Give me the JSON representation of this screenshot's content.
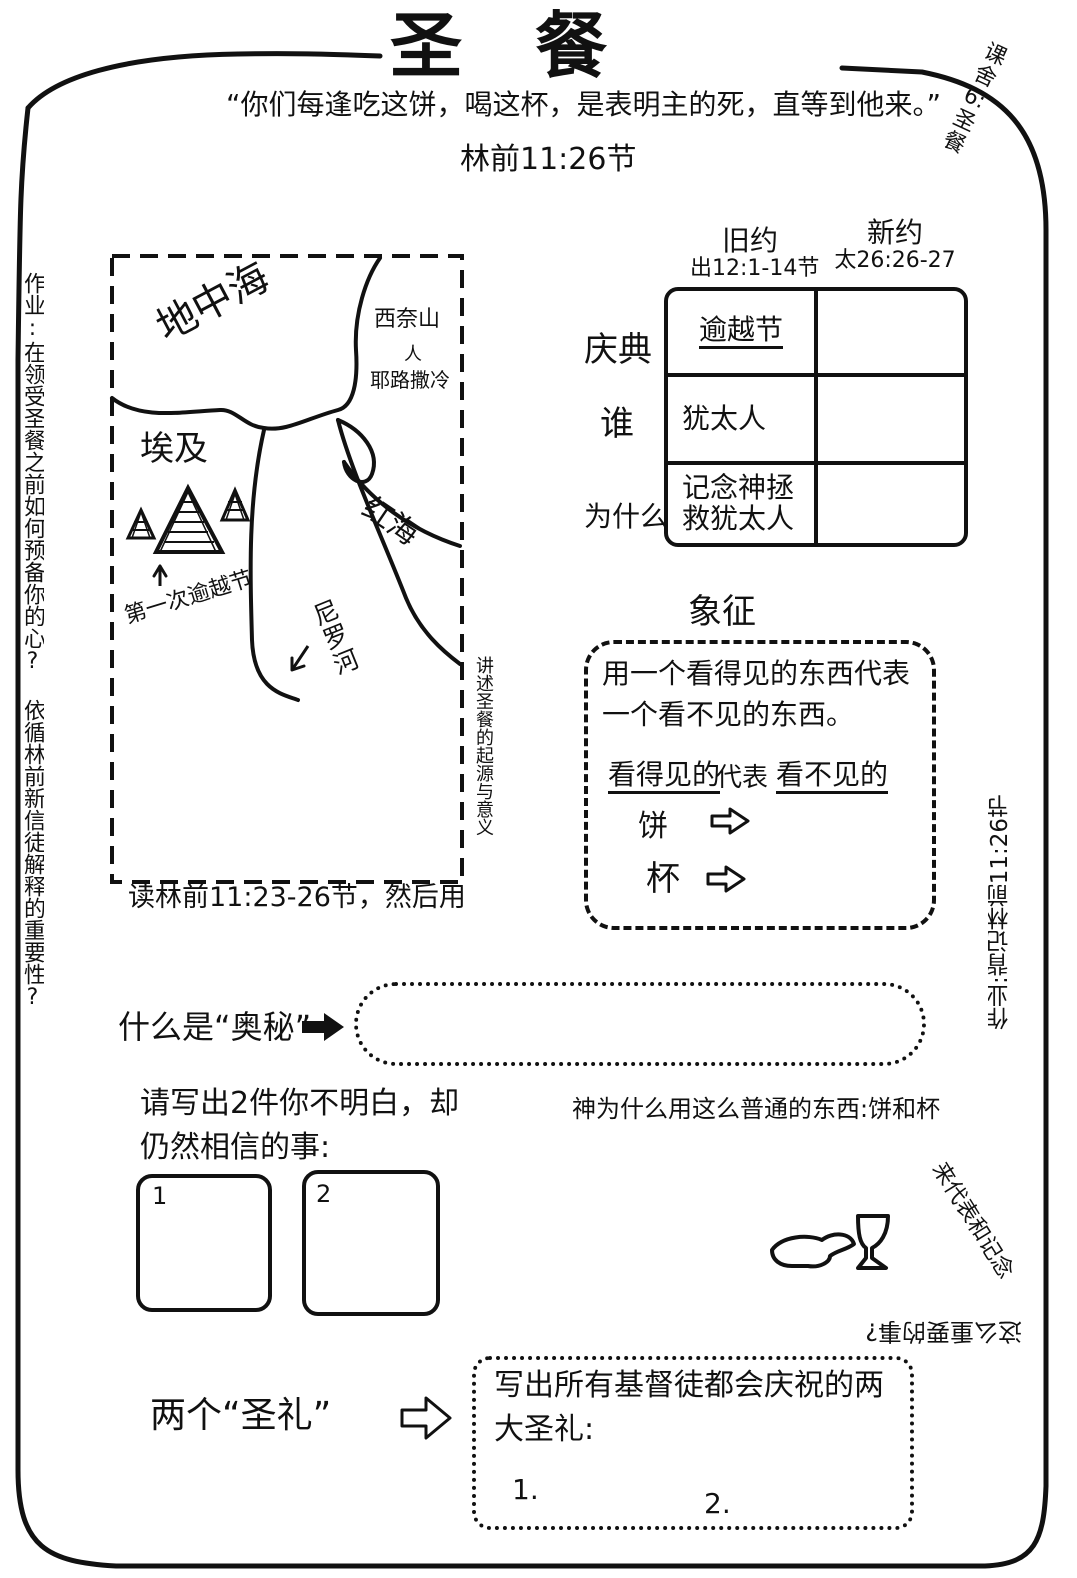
{
  "page": {
    "title": "圣 餐",
    "lesson_tag": "课舍6:圣餐",
    "quote": {
      "text": "“你们每逢吃这饼，喝这杯，是表明主的死，直等到他来。”",
      "reference": "林前11:26节"
    }
  },
  "homework": {
    "left": "作业:在领受圣餐之前如何预备你的心?   依循林前新信徒解释的重要性?",
    "right": "作业:背记林前11:26节"
  },
  "map": {
    "mediterranean": "地中海",
    "sinai": "西奈山",
    "people": "人",
    "jerusalem": "耶路撒冷",
    "egypt": "埃及",
    "red_sea": "红海",
    "first_passover": "第一次逾越节",
    "nile": "尼罗河",
    "read_instruction": "读林前11:23-26节，然后用上图讲述圣餐的起源",
    "side_text": "讲述圣餐的起源与意义"
  },
  "comparison": {
    "columns": [
      {
        "title": "旧约",
        "reference": "出12:1-14节"
      },
      {
        "title": "新约",
        "reference": "太26:26-27"
      }
    ],
    "rows": [
      {
        "label": "庆典",
        "old": "逾越节",
        "new": ""
      },
      {
        "label": "谁",
        "old": "犹太人",
        "new": ""
      },
      {
        "label": "为什么",
        "old": "记念神拯救犹太人",
        "new": ""
      }
    ]
  },
  "symbol": {
    "title": "象征",
    "definition": "用一个看得见的东西代表一个看不见的东西。",
    "visible": "看得见的",
    "represents": "代表",
    "invisible": "看不见的",
    "items": [
      "饼",
      "杯"
    ]
  },
  "mystery": {
    "label": "什么是“奥秘”"
  },
  "unknown_things": {
    "prompt": "请写出2件你不明白，却仍然相信的事:",
    "boxes": [
      "1",
      "2"
    ]
  },
  "common_things": {
    "prompt": "神为什么用这么普通的东西:饼和杯",
    "curve": "来代表和记念",
    "tail": "这么重要的事?"
  },
  "sacraments": {
    "label": "两个“圣礼”",
    "prompt": "写出所有基督徒都会庆祝的两大圣礼:",
    "items": [
      "1.",
      "2."
    ]
  }
}
